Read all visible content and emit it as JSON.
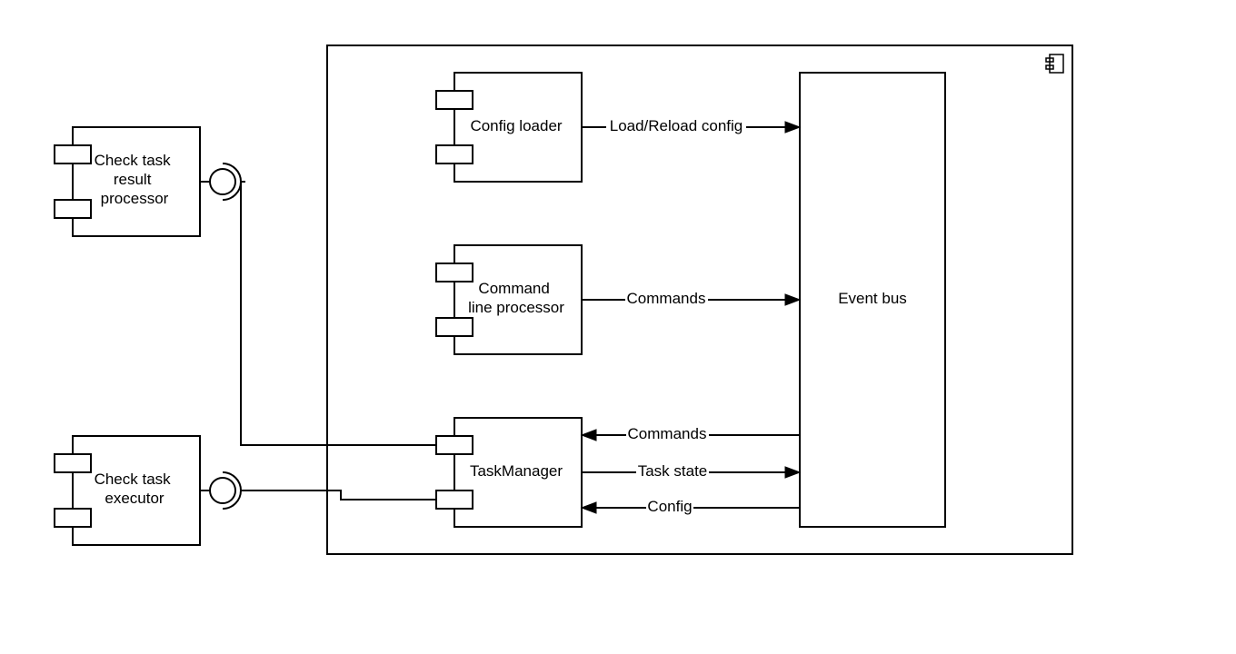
{
  "components": {
    "config_loader": "Config loader",
    "command_line_processor": [
      "Command",
      "line processor"
    ],
    "task_manager": "TaskManager",
    "event_bus": "Event bus",
    "check_task_result_processor": [
      "Check task",
      "result",
      "processor"
    ],
    "check_task_executor": [
      "Check task",
      "executor"
    ]
  },
  "connections": {
    "load_reload_config": "Load/Reload config",
    "commands_to_bus": "Commands",
    "commands_to_task_manager": "Commands",
    "task_state": "Task state",
    "config": "Config"
  },
  "icons": {
    "container_icon": "uml-component-icon",
    "interface_icon": "provided-required-interface-icon"
  }
}
